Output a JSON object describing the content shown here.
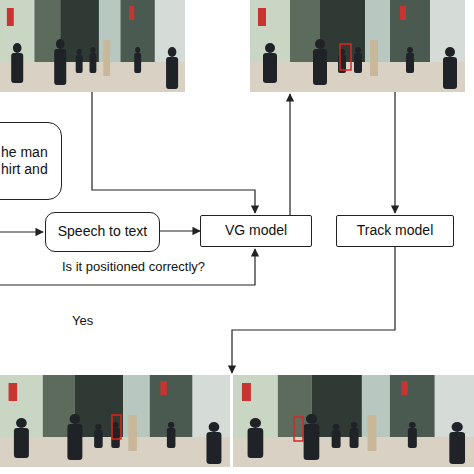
{
  "diagram": {
    "nodes": [
      {
        "text": [
          "he man hirt and"
        ]
      },
      {
        "text": [
          "Speech to text"
        ]
      },
      {
        "text": [
          "VG model"
        ]
      },
      {
        "text": [
          "Track model"
        ]
      }
    ],
    "edges": [
      {
        "from": 1,
        "to": 2,
        "arrow": "to"
      }
    ],
    "labels": [
      "Is it positioned correctly?",
      "Yes"
    ]
  }
}
